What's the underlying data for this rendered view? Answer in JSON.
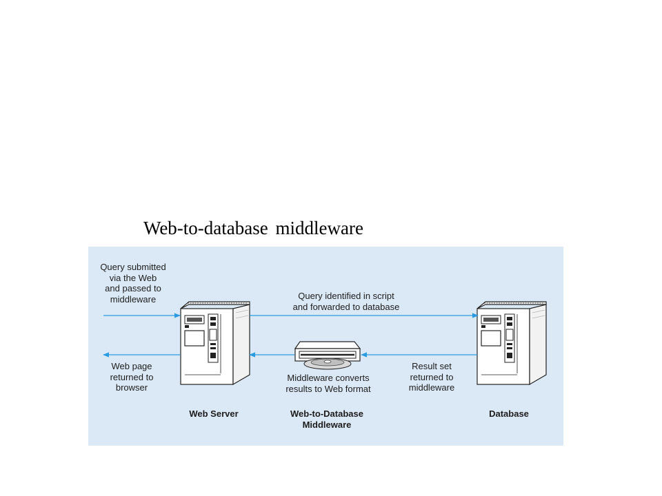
{
  "title": "Web-to-database middleware",
  "diagram": {
    "labels": {
      "query_submitted": "Query submitted\nvia the Web\nand passed to\nmiddleware",
      "query_identified": "Query identified in script\nand forwarded to database",
      "web_page_returned": "Web page\nreturned to\nbrowser",
      "middleware_converts": "Middleware converts\nresults to Web format",
      "result_set": "Result set\nreturned to\nmiddleware",
      "web_server": "Web Server",
      "middleware": "Web-to-Database\nMiddleware",
      "database": "Database"
    },
    "colors": {
      "background": "#dbe9f6",
      "arrow": "#2a9be0",
      "device_outline": "#222222",
      "device_fill": "#ffffff"
    },
    "icons": [
      "server-icon",
      "server-icon",
      "disc-drive-icon"
    ]
  }
}
